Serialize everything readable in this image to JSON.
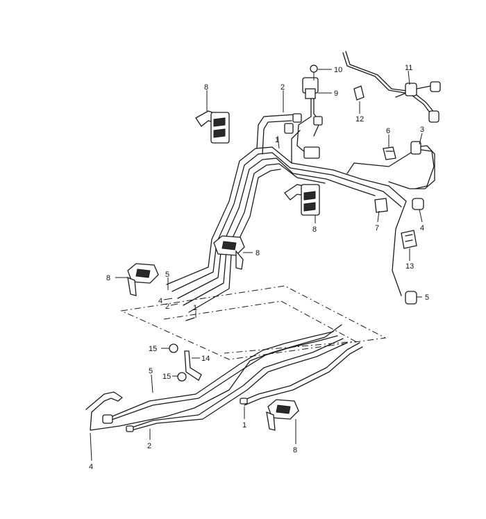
{
  "callouts": {
    "c1a": "1",
    "c1b": "1",
    "c1c": "1",
    "c2a": "2",
    "c2b": "2",
    "c2c": "2",
    "c3": "3",
    "c4a": "4",
    "c4b": "4",
    "c4c": "4",
    "c5a": "5",
    "c5b": "5",
    "c5c": "5",
    "c6": "6",
    "c7": "7",
    "c8a": "8",
    "c8b": "8",
    "c8c": "8",
    "c8d": "8",
    "c8e": "8",
    "c9": "9",
    "c10": "10",
    "c11": "11",
    "c12": "12",
    "c13": "13",
    "c14": "14",
    "c15a": "15",
    "c15b": "15"
  },
  "colors": {
    "line": "#1a1a1a",
    "background": "#ffffff"
  }
}
